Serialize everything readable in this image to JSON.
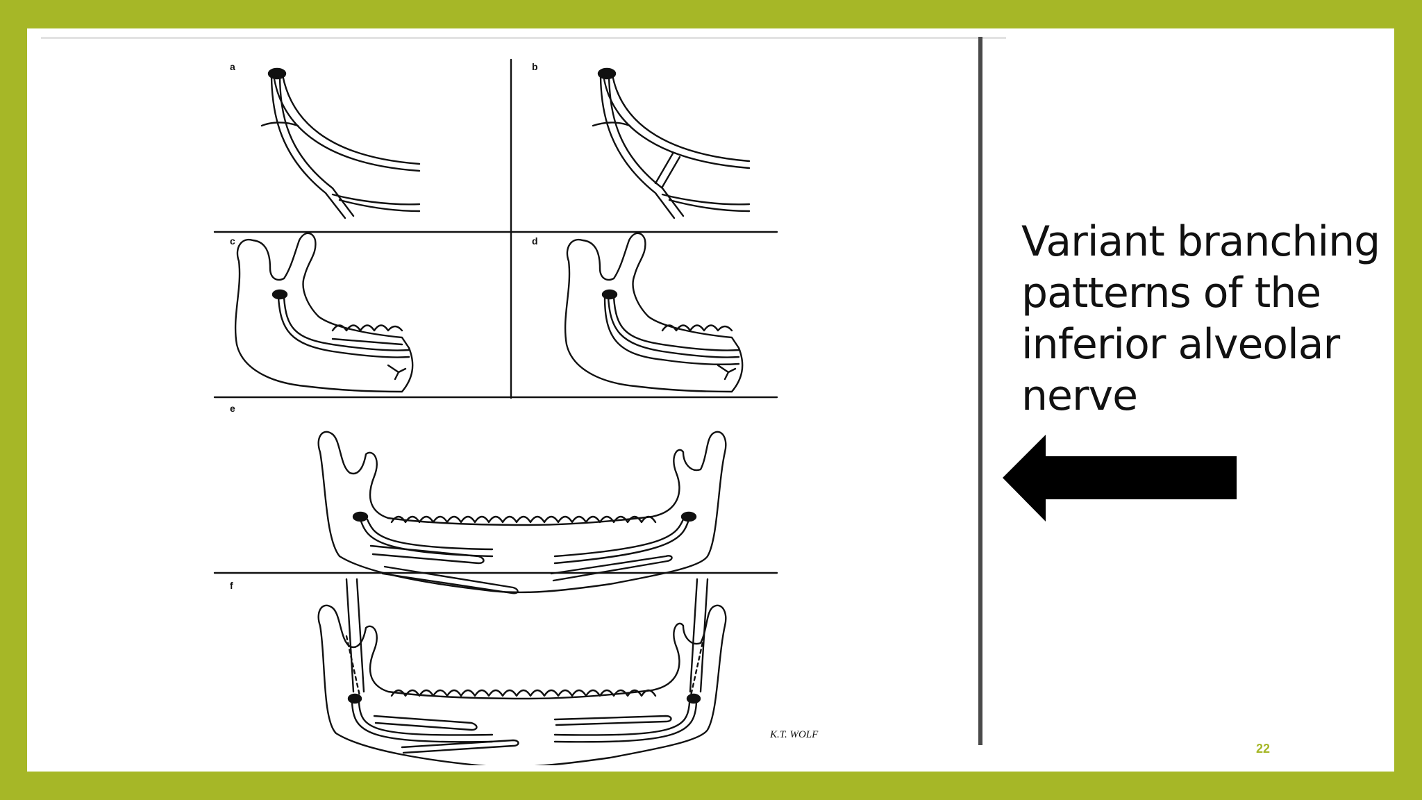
{
  "slide": {
    "title": "Variant branching patterns of the inferior alveolar nerve",
    "page_number": "22",
    "colors": {
      "frame": "#a6b727",
      "background": "#ffffff",
      "text": "#111111",
      "arrow": "#000000",
      "divider": "#4a4a4a"
    }
  },
  "figure": {
    "panel_labels": [
      "a",
      "b",
      "c",
      "d",
      "e",
      "f"
    ],
    "signature": "K.T. WOLF"
  },
  "arrow": {
    "direction": "left",
    "icon": "left-arrow-icon"
  }
}
